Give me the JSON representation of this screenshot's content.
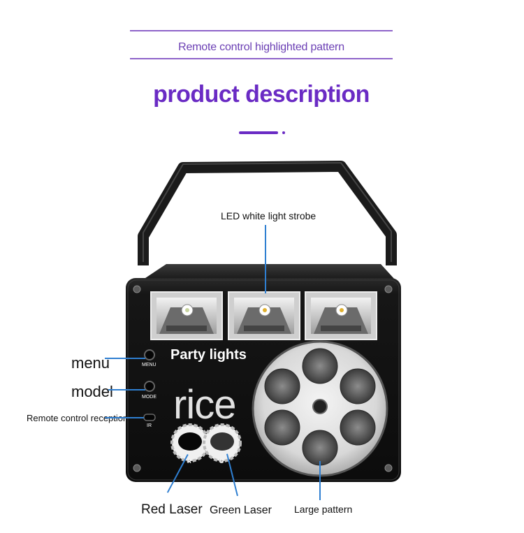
{
  "header": {
    "subtitle": "Remote control highlighted pattern",
    "title": "product description"
  },
  "device": {
    "brand_label": "Party lights",
    "overlay_text": "rice",
    "buttons": [
      {
        "key": "menu",
        "label": "MENU"
      },
      {
        "key": "mode",
        "label": "MODE"
      },
      {
        "key": "ir",
        "label": "IR"
      }
    ],
    "laser_marks": {
      "red": "R",
      "green": "G"
    }
  },
  "callouts": {
    "led_strobe": "LED white light strobe",
    "menu": "menu",
    "model": "model",
    "remote_reception": "Remote control reception",
    "red_laser": "Red Laser",
    "green_laser": "Green Laser",
    "large_pattern": "Large pattern"
  },
  "colors": {
    "accent": "#6a2bc4",
    "leader": "#2f7fd1",
    "device_body": "#141414"
  }
}
